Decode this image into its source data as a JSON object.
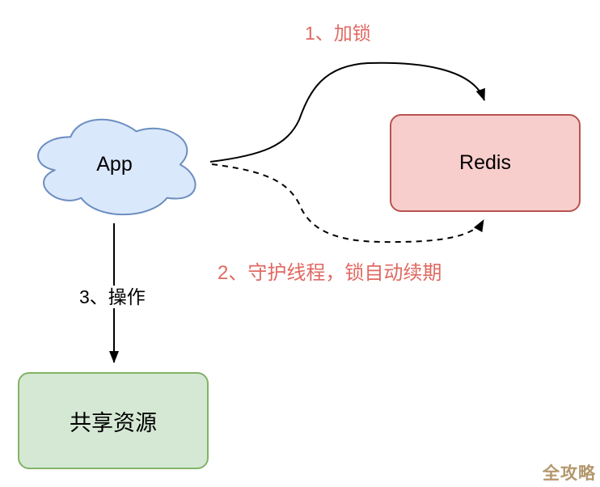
{
  "diagram": {
    "nodes": {
      "app": {
        "label": "App",
        "shape": "cloud",
        "fill": "#dae8fc",
        "stroke": "#6c8ebf"
      },
      "redis": {
        "label": "Redis",
        "shape": "rounded-rect",
        "fill": "#f8cecc",
        "stroke": "#b85450"
      },
      "shared_resource": {
        "label": "共享资源",
        "shape": "rounded-rect",
        "fill": "#d5e8d4",
        "stroke": "#82b366"
      }
    },
    "edges": {
      "lock": {
        "label": "1、加锁",
        "from": "App",
        "to": "Redis",
        "line_style": "solid-curve",
        "label_color": "#e06962"
      },
      "renew": {
        "label": "2、守护线程，锁自动续期",
        "from": "App",
        "to": "Redis",
        "line_style": "dashed-curve",
        "label_color": "#e06962"
      },
      "operate": {
        "label": "3、操作",
        "from": "App",
        "to": "共享资源",
        "line_style": "solid-straight",
        "label_color": "#000000"
      }
    },
    "watermark": {
      "text": "全攻略",
      "color": "#b3976b"
    }
  }
}
